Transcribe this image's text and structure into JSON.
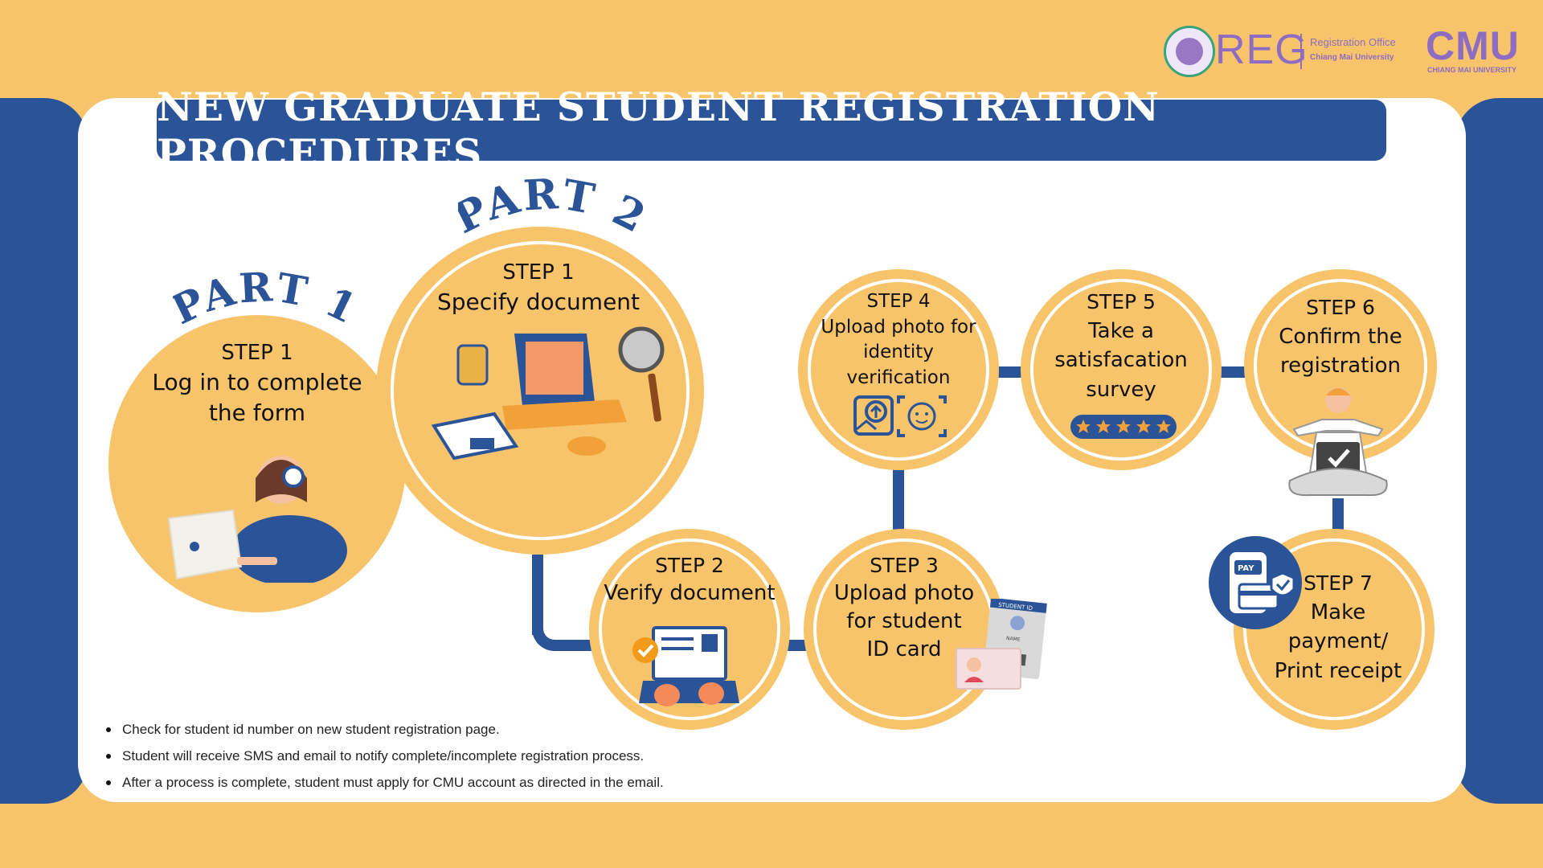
{
  "header": {
    "title": "NEW GRADUATE STUDENT REGISTRATION PROCEDURES",
    "reg_logo_text": "REG",
    "reg_logo_sub1": "Registration Office",
    "reg_logo_sub2": "Chiang Mai University",
    "cmu_logo_text": "CMU",
    "cmu_logo_sub": "CHIANG MAI UNIVERSITY"
  },
  "parts": {
    "part1": "PART 1",
    "part2": "PART 2"
  },
  "steps": {
    "p1_step1": {
      "label": "STEP 1",
      "text_l1": "Log in to complete",
      "text_l2": "the form",
      "icon": "student-laptop-icon"
    },
    "p2_step1": {
      "label": "STEP 1",
      "text_l1": "Specify document",
      "icon": "laptop-documents-icon"
    },
    "p2_step2": {
      "label": "STEP 2",
      "text_l1": "Verify document",
      "icon": "verify-document-icon"
    },
    "p2_step3": {
      "label": "STEP 3",
      "text_l1": "Upload photo",
      "text_l2": "for student",
      "text_l3": "ID card",
      "icon": "student-id-card-icon",
      "card_header": "STUDENT ID",
      "card_name": "NAME"
    },
    "p2_step4": {
      "label": "STEP 4",
      "text_l1": "Upload photo for",
      "text_l2": "identity",
      "text_l3": "verification",
      "icon": "face-upload-icon"
    },
    "p2_step5": {
      "label": "STEP 5",
      "text_l1": "Take a",
      "text_l2": "satisfacation",
      "text_l3": "survey",
      "icon": "five-star-rating-icon"
    },
    "p2_step6": {
      "label": "STEP 6",
      "text_l1": "Confirm the",
      "text_l2": "registration",
      "icon": "person-confirm-laptop-icon"
    },
    "p2_step7": {
      "label": "STEP 7",
      "text_l1": "Make",
      "text_l2": "payment/",
      "text_l3": "Print receipt",
      "icon": "mobile-payment-icon",
      "pay_label": "PAY"
    }
  },
  "notes": [
    "Check for student id number on new student registration page.",
    "Student will receive SMS and email to notify complete/incomplete registration process.",
    "After a process is complete, student must apply for CMU account as directed in the email."
  ],
  "colors": {
    "background": "#f7c46b",
    "navy": "#2a5398",
    "white": "#ffffff",
    "logo_purple": "#8d6cc2"
  }
}
